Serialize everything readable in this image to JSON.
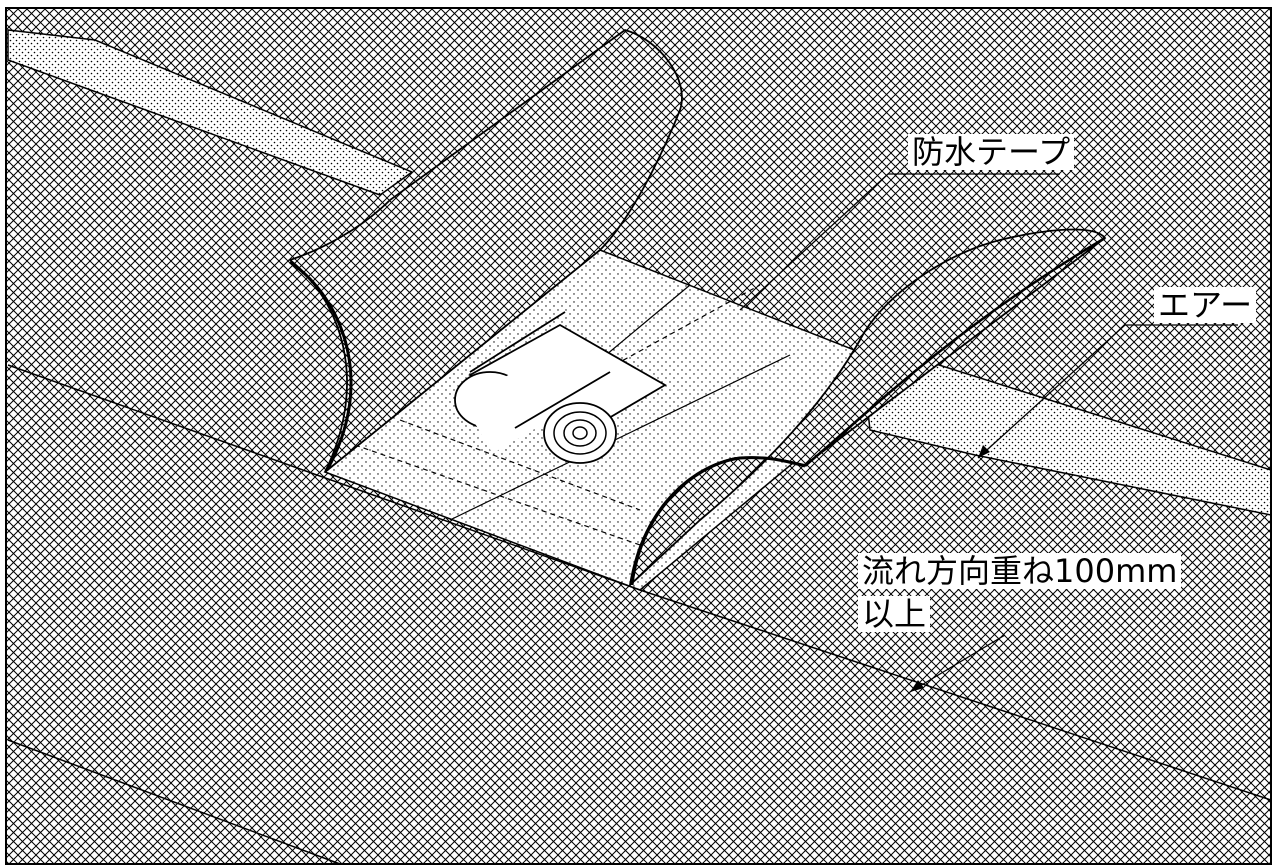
{
  "labels": {
    "waterproof_tape": "防水テープ",
    "air": "エアー",
    "overlap_line1": "流れ方向重ね100mm",
    "overlap_line2": "以上"
  },
  "colors": {
    "line": "#000000",
    "background": "#ffffff",
    "membrane_fill": "#ffffff"
  }
}
